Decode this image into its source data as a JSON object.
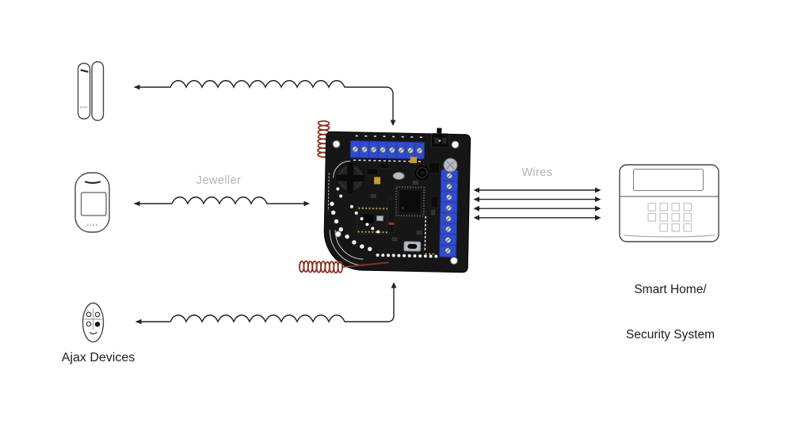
{
  "colors": {
    "background": "#ffffff",
    "line": "#232020",
    "muted_label": "#b3b3b3",
    "text": "#1d1d1d",
    "device_stroke": "#474747",
    "device_detail": "#7d7d7d",
    "keypad_key": "#c9c9c9",
    "pcb": "#161616",
    "terminal_blue": "#2f4bce",
    "terminal_blue_dark": "#22329e",
    "screw_silver": "#ccd1d9",
    "screw_slot": "#5d646c",
    "copper": "#8a3322",
    "silk": "#f2f2f2",
    "gold": "#c9a53f",
    "yellow_component": "#c79a2e",
    "metal_silver": "#b6bac1",
    "red_stripe": "#9c3434"
  },
  "connections": {
    "jeweller": {
      "label": "Jeweller",
      "type": "wireless-radio"
    },
    "wires": {
      "label": "Wires",
      "type": "wired",
      "wire_count": 4
    }
  },
  "left_devices": {
    "group_label": "Ajax Devices",
    "items": [
      {
        "id": "door-opening-sensor",
        "icon": "door-contact-sensor-icon",
        "logo": "AJAX"
      },
      {
        "id": "motion-detector",
        "icon": "pir-motion-detector-icon",
        "logo": "AJAX"
      },
      {
        "id": "keyfob-remote",
        "icon": "keyfob-remote-icon",
        "logo": ""
      }
    ]
  },
  "center_device": {
    "id": "receiver-bridge-board",
    "icon": "pcb-module-photo"
  },
  "right_device": {
    "id": "security-keypad-panel",
    "icon": "keypad-panel-icon",
    "label_line1": "Smart Home/",
    "label_line2": "Security System"
  }
}
